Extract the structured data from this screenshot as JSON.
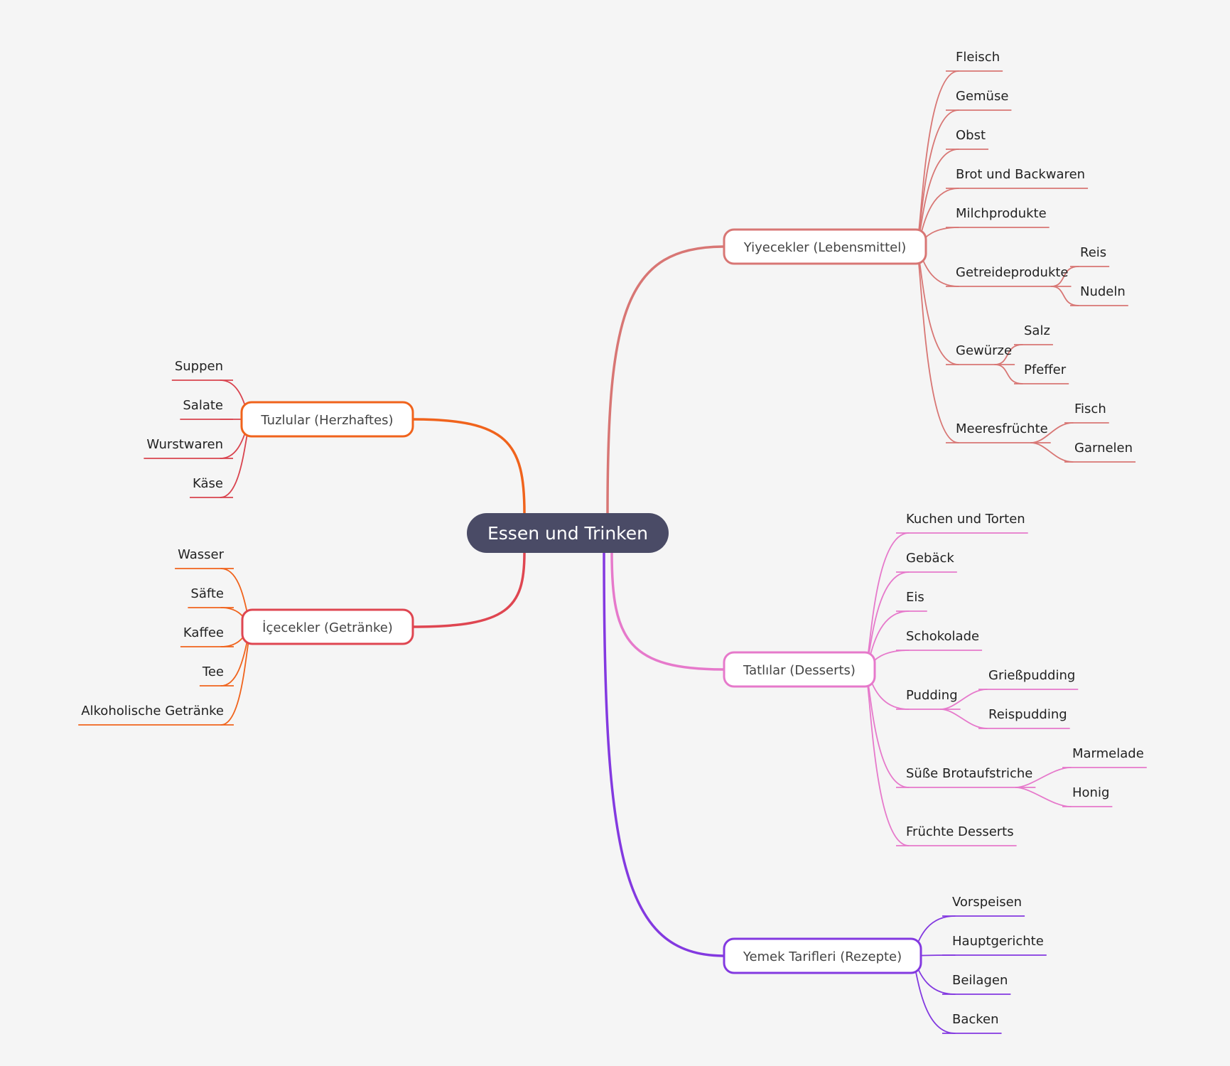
{
  "root": {
    "label": "Essen und Trinken",
    "fill": "#4a4b66"
  },
  "branches": [
    {
      "id": "lebensmittel",
      "label": "Yiyecekler (Lebensmittel)",
      "color": "#d87674",
      "children": [
        {
          "label": "Fleisch"
        },
        {
          "label": "Gemüse"
        },
        {
          "label": "Obst"
        },
        {
          "label": "Brot und Backwaren"
        },
        {
          "label": "Milchprodukte"
        },
        {
          "label": "Getreideprodukte",
          "children": [
            {
              "label": "Reis"
            },
            {
              "label": "Nudeln"
            }
          ]
        },
        {
          "label": "Gewürze",
          "children": [
            {
              "label": "Salz"
            },
            {
              "label": "Pfeffer"
            }
          ]
        },
        {
          "label": "Meeresfrüchte",
          "children": [
            {
              "label": "Fisch"
            },
            {
              "label": "Garnelen"
            }
          ]
        }
      ]
    },
    {
      "id": "herzhaftes",
      "label": "Tuzlular (Herzhaftes)",
      "color": "#f0631c",
      "leaf_color": "#d9434e",
      "children": [
        {
          "label": "Suppen"
        },
        {
          "label": "Salate"
        },
        {
          "label": "Wurstwaren"
        },
        {
          "label": "Käse"
        }
      ]
    },
    {
      "id": "getraenke",
      "label": "İçecekler (Getränke)",
      "color": "#df4651",
      "leaf_color": "#f0631c",
      "children": [
        {
          "label": "Wasser"
        },
        {
          "label": "Säfte"
        },
        {
          "label": "Kaffee"
        },
        {
          "label": "Tee"
        },
        {
          "label": "Alkoholische Getränke"
        }
      ]
    },
    {
      "id": "desserts",
      "label": "Tatlılar (Desserts)",
      "color": "#e679cb",
      "children": [
        {
          "label": "Kuchen und Torten"
        },
        {
          "label": "Gebäck"
        },
        {
          "label": "Eis"
        },
        {
          "label": "Schokolade"
        },
        {
          "label": "Pudding",
          "children": [
            {
              "label": "Grießpudding"
            },
            {
              "label": "Reispudding"
            }
          ]
        },
        {
          "label": "Süße Brotaufstriche",
          "children": [
            {
              "label": "Marmelade"
            },
            {
              "label": "Honig"
            }
          ]
        },
        {
          "label": "Früchte Desserts"
        }
      ]
    },
    {
      "id": "rezepte",
      "label": "Yemek Tarifleri (Rezepte)",
      "color": "#8339e0",
      "children": [
        {
          "label": "Vorspeisen"
        },
        {
          "label": "Hauptgerichte"
        },
        {
          "label": "Beilagen"
        },
        {
          "label": "Backen"
        }
      ]
    }
  ]
}
